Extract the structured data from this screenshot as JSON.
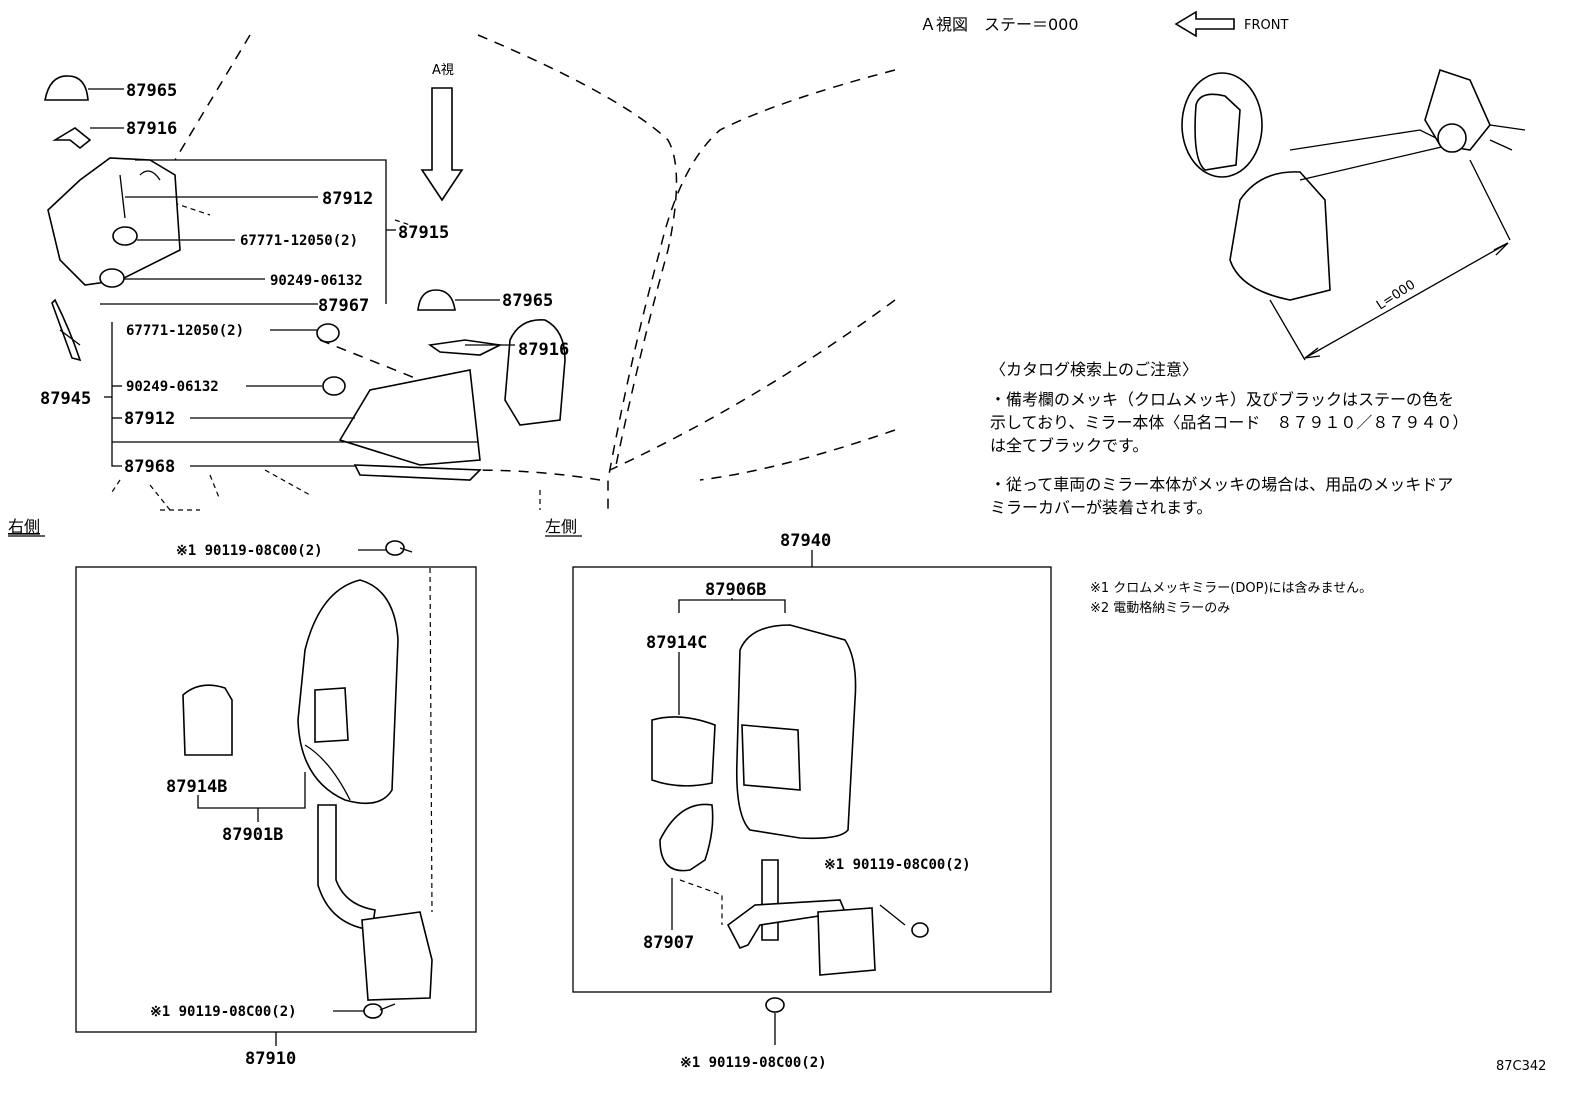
{
  "view_a": {
    "title": "Ａ視図　ステー＝000",
    "front_label": "FRONT",
    "arrow_label": "A視",
    "dimension_label": "L=000"
  },
  "notes": {
    "heading": "〈カタログ検索上のご注意〉",
    "line1": "・備考欄のメッキ（クロムメッキ）及びブラックはステーの色を",
    "line2": "示しており、ミラー本体〈品名コード　８７９１０／８７９４０）",
    "line3": "は全てブラックです。",
    "line4": "・従って車両のミラー本体がメッキの場合は、用品のメッキドア",
    "line5": "ミラーカバーが装着されます。"
  },
  "footnotes": {
    "note1": "※1 クロムメッキミラー(DOP)には含みません。",
    "note2": "※2 電動格納ミラーのみ"
  },
  "sides": {
    "right": "右側",
    "left": "左側"
  },
  "top_parts": {
    "p87965_a": "87965",
    "p87916_a": "87916",
    "p87912_a": "87912",
    "p67771_a": "67771-12050(2)",
    "p87915": "87915",
    "p90249_a": "90249-06132",
    "p87967": "87967",
    "p87965_b": "87965",
    "p87916_b": "87916",
    "p67771_b": "67771-12050(2)",
    "p87945": "87945",
    "p90249_b": "90249-06132",
    "p87912_b": "87912",
    "p87968": "87968"
  },
  "right_parts": {
    "bolt_top": "※1 90119-08C00(2)",
    "p87914b": "87914B",
    "p87901b": "87901B",
    "bolt_bottom": "※1 90119-08C00(2)",
    "p87910": "87910"
  },
  "left_parts": {
    "p87940": "87940",
    "p87906b": "87906B",
    "p87914c": "87914C",
    "p87907": "87907",
    "bolt_side": "※1 90119-08C00(2)",
    "bolt_bottom": "※1 90119-08C00(2)"
  },
  "diagram_id": "87C342"
}
